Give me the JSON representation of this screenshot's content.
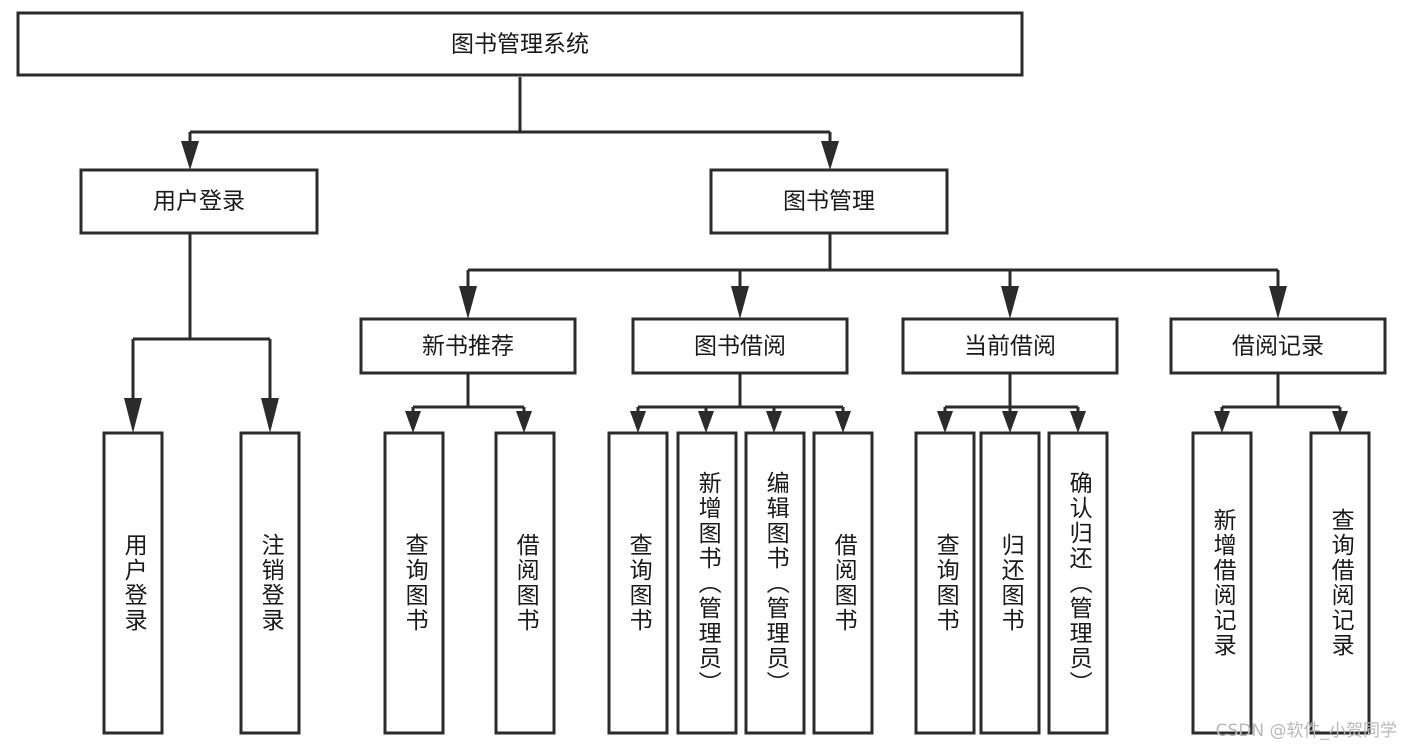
{
  "diagram": {
    "title": "图书管理系统",
    "watermark": "CSDN @软件_小贺同学",
    "colors": {
      "stroke": "#2b2b2b",
      "fill": "#ffffff",
      "text": "#1a1a1a",
      "watermark": "#b9b9b9",
      "background": "#ffffff"
    },
    "root": {
      "label": "图书管理系统"
    },
    "level2": [
      {
        "label": "用户登录"
      },
      {
        "label": "图书管理"
      }
    ],
    "level3": [
      {
        "label": "新书推荐"
      },
      {
        "label": "图书借阅"
      },
      {
        "label": "当前借阅"
      },
      {
        "label": "借阅记录"
      }
    ],
    "leaves": {
      "user_login": [
        {
          "label": "用户登录"
        },
        {
          "label": "注销登录"
        }
      ],
      "new_book_recommend": [
        {
          "label": "查询图书"
        },
        {
          "label": "借阅图书"
        }
      ],
      "book_borrow": [
        {
          "label": "查询图书"
        },
        {
          "label": "新增图书（管理员）"
        },
        {
          "label": "编辑图书（管理员）"
        },
        {
          "label": "借阅图书"
        }
      ],
      "current_borrow": [
        {
          "label": "查询图书"
        },
        {
          "label": "归还图书"
        },
        {
          "label": "确认归还（管理员）"
        }
      ],
      "borrow_record": [
        {
          "label": "新增借阅记录"
        },
        {
          "label": "查询借阅记录"
        }
      ]
    }
  }
}
